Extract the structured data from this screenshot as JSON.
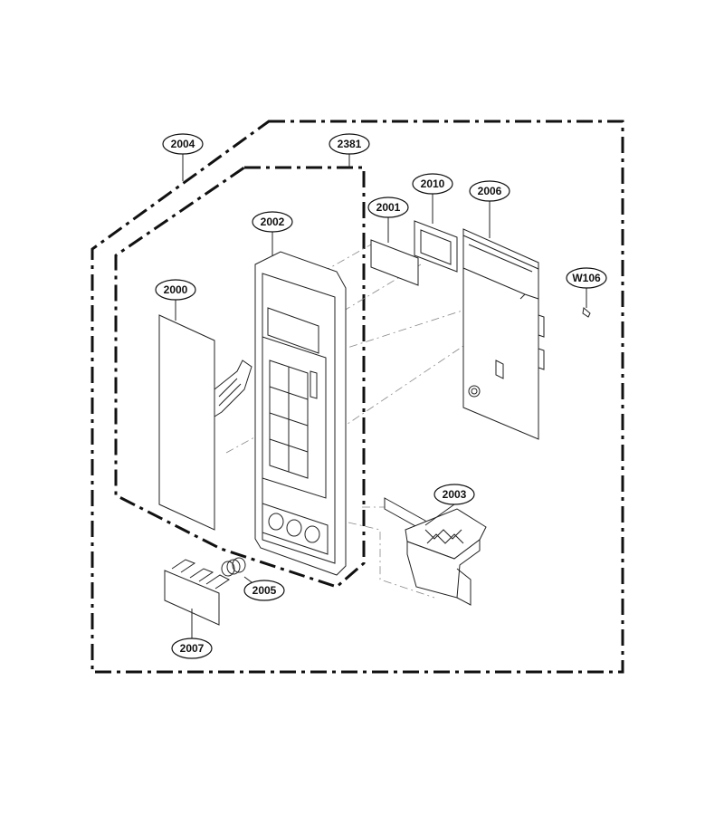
{
  "callouts": {
    "c2004": "2004",
    "c2381": "2381",
    "c2002": "2002",
    "c2001": "2001",
    "c2010": "2010",
    "c2006": "2006",
    "cW106": "W106",
    "c2000": "2000",
    "c2003": "2003",
    "c2005": "2005",
    "c2007": "2007"
  }
}
